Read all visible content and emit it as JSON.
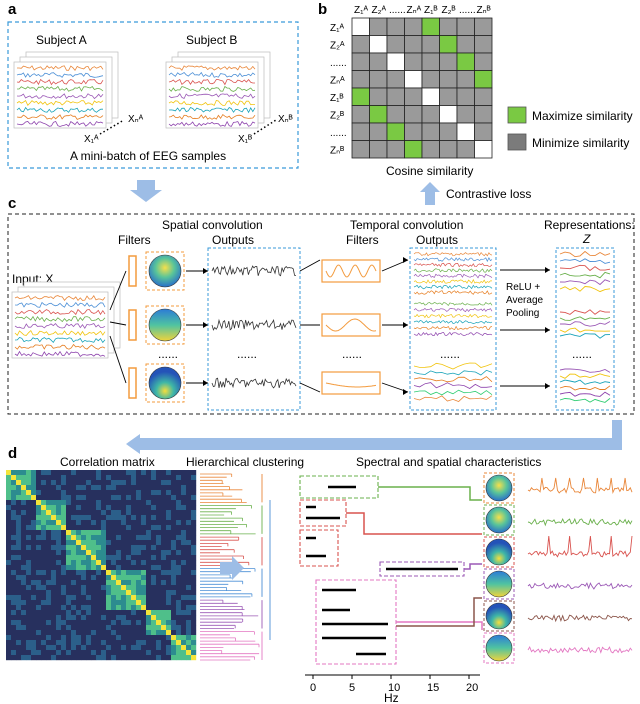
{
  "panels": {
    "a": "a",
    "b": "b",
    "c": "c",
    "d": "d"
  },
  "panel_a": {
    "subject_a": "Subject A",
    "subject_b": "Subject B",
    "x1a": "X₁ᴬ",
    "xna": "Xₙᴬ",
    "x1b": "X₁ᴮ",
    "xnb": "Xₙᴮ",
    "dots": "......",
    "caption": "A mini-batch of EEG samples"
  },
  "panel_b": {
    "col_labels": [
      "Z₁ᴬ",
      "Z₂ᴬ",
      "......",
      "Zₙᴬ",
      "Z₁ᴮ",
      "Z₂ᴮ",
      "......",
      "Zₙᴮ"
    ],
    "row_labels": [
      "Z₁ᴬ",
      "Z₂ᴬ",
      "......",
      "Zₙᴬ",
      "Z₁ᴮ",
      "Z₂ᴮ",
      "......",
      "Zₙᴮ"
    ],
    "caption": "Cosine similarity",
    "legend_maximize": "Maximize similarity",
    "legend_minimize": "Minimize similarity",
    "contrastive_loss": "Contrastive loss",
    "color_green": "#7ac943",
    "color_gray": "#9a9a9a"
  },
  "panel_c": {
    "input_label": "Input: X",
    "spatial_title": "Spatial convolution",
    "temporal_title": "Temporal convolution",
    "filters": "Filters",
    "outputs": "Outputs",
    "representations": "Representations:",
    "z": "Z",
    "relu_line1": "ReLU +",
    "relu_line2": "Average",
    "relu_line3": "Pooling",
    "dots": "......"
  },
  "panel_d": {
    "corr_title": "Correlation matrix",
    "hier_title": "Hierarchical clustering",
    "spec_title": "Spectral and spatial characteristics",
    "axis_ticks": [
      "0",
      "5",
      "10",
      "15",
      "20"
    ],
    "axis_unit": "Hz"
  }
}
